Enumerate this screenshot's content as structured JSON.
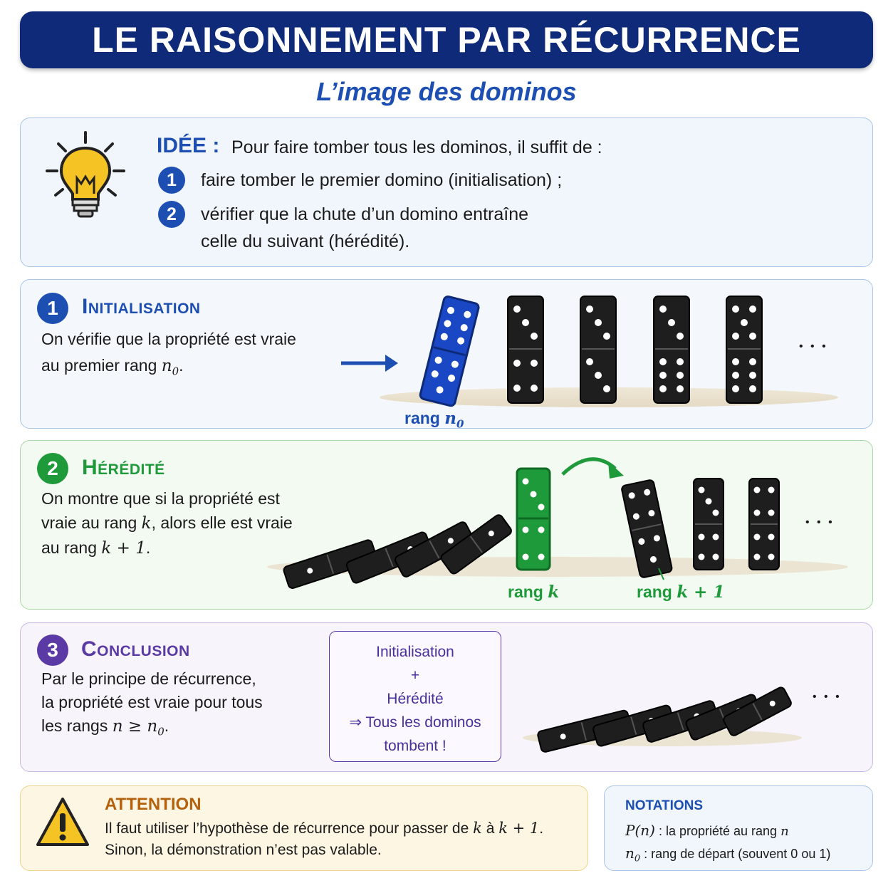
{
  "header": {
    "title": "LE RAISONNEMENT PAR RÉCURRENCE",
    "subtitle": "L’image des dominos"
  },
  "idea": {
    "label": "IDÉE :",
    "intro": "Pour faire tomber tous les dominos, il suffit de :",
    "items": [
      {
        "num": "1",
        "line1": "faire tomber le premier domino (initialisation) ;"
      },
      {
        "num": "2",
        "line1": "vérifier que la chute d’un domino entraîne",
        "line2": "celle du suivant (hérédité)."
      }
    ],
    "icon": "lightbulb-icon"
  },
  "initialisation": {
    "num": "1",
    "title": "Initialisation",
    "line1": "On vérifie que la propriété est vraie",
    "line2_prefix": "au premier rang ",
    "line2_math": "n",
    "line2_sub": "0",
    "line2_suffix": ".",
    "rank_prefix": "rang ",
    "rank_math": "n",
    "rank_sub": "0",
    "ellipsis": "• • •"
  },
  "heredite": {
    "num": "2",
    "title": "Hérédité",
    "line1": "On montre que si la propriété est",
    "line2_prefix": "vraie au rang ",
    "line2_math": "k",
    "line2_suffix": ", alors elle est vraie",
    "line3_prefix": "au rang ",
    "line3_math": "k + 1",
    "line3_suffix": ".",
    "rank_k_prefix": "rang ",
    "rank_k_math": "k",
    "rank_k1_prefix": "rang ",
    "rank_k1_math": "k + 1",
    "ellipsis": "• • •"
  },
  "conclusion": {
    "num": "3",
    "title": "Conclusion",
    "line1": "Par le principe de récurrence,",
    "line2": "la propriété est vraie pour tous",
    "line3_prefix": "les rangs ",
    "line3_math": "n ≥ n",
    "line3_sub": "0",
    "line3_suffix": ".",
    "box": {
      "l1": "Initialisation",
      "l2": "+",
      "l3": "Hérédité",
      "l4": "⇒ Tous les dominos",
      "l5": "tombent !"
    },
    "ellipsis": "• • •"
  },
  "attention": {
    "title": "ATTENTION",
    "line1_prefix": "Il faut utiliser l’hypothèse de récurrence pour passer de ",
    "line1_k": "k",
    "line1_mid": " à ",
    "line1_k1": "k + 1",
    "line1_suffix": ".",
    "line2": "Sinon, la démonstration n’est pas valable.",
    "icon": "warning-icon"
  },
  "notations": {
    "title": "NOTATIONS",
    "pn": "P(n)",
    "pn_text": " : la propriété au rang ",
    "pn_n": "n",
    "n0": "n",
    "n0_sub": "0",
    "n0_text": " :  rang de départ (souvent 0 ou 1)"
  },
  "colors": {
    "navy": "#0e2a78",
    "blue": "#1d4fb3",
    "green": "#1f9a3a",
    "purple": "#5b3aa6",
    "orange": "#b5610c"
  }
}
